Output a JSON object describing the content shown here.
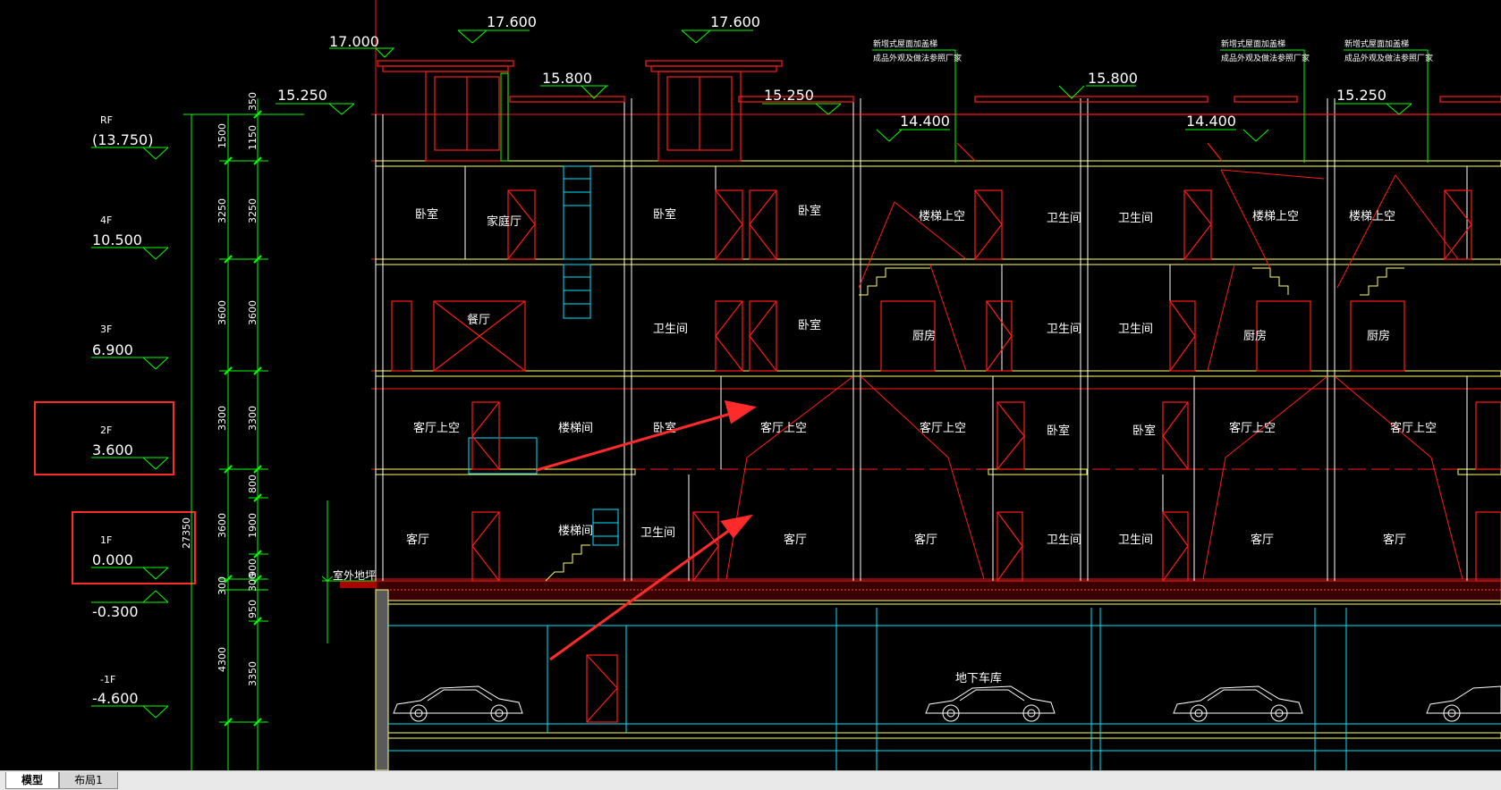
{
  "colors": {
    "background": "#000000",
    "dim": "#00ff00",
    "wall": "#ffff66",
    "red": "#ff1a1a",
    "cyan": "#00e5ff",
    "white": "#ffffff",
    "highlight": "#ff2b2b"
  },
  "elevations": [
    {
      "floor": "RF",
      "value": "(13.750)"
    },
    {
      "floor": "4F",
      "value": "10.500"
    },
    {
      "floor": "3F",
      "value": "6.900"
    },
    {
      "floor": "2F",
      "value": "3.600"
    },
    {
      "floor": "1F",
      "value": "0.000"
    },
    {
      "floor": "",
      "value": "-0.300"
    },
    {
      "floor": "-1F",
      "value": "-4.600"
    }
  ],
  "dims_outer": [
    "1500",
    "3250",
    "3600",
    "3300",
    "3600",
    "300",
    "4300"
  ],
  "dims_inner": [
    "350",
    "1150",
    "3250",
    "3600",
    "3300",
    "800",
    "1900",
    "900",
    "300",
    "950",
    "3350"
  ],
  "dim_total": "27350",
  "roof_levels": {
    "a": "17.000",
    "b": "17.600",
    "c": "17.600",
    "d": "15.800",
    "e": "15.800",
    "f": "15.250",
    "g": "15.250",
    "h": "15.250",
    "i": "14.400",
    "j": "14.400"
  },
  "outdoor_label": "室外地坪",
  "notes": [
    "新增式屋面加盖梯",
    "成品外观及做法参照厂家",
    "新增式屋面加盖梯",
    "成品外观及做法参照厂家",
    "新增式屋面加盖梯",
    "成品外观及做法参照厂家"
  ],
  "rooms": {
    "r4_1": "卧室",
    "r4_2": "家庭厅",
    "r4_3": "卧室",
    "r4_4": "卧室",
    "r4_5": "楼梯上空",
    "r4_6": "卫生间",
    "r4_7": "卫生间",
    "r4_8": "楼梯上空",
    "r4_9": "楼梯上空",
    "r3_1": "餐厅",
    "r3_2": "卫生间",
    "r3_3": "卧室",
    "r3_4": "厨房",
    "r3_5": "卫生间",
    "r3_6": "卫生间",
    "r3_7": "厨房",
    "r3_8": "厨房",
    "r2_1": "客厅上空",
    "r2_2": "楼梯间",
    "r2_3": "卧室",
    "r2_4": "客厅上空",
    "r2_5": "客厅上空",
    "r2_6": "卧室",
    "r2_7": "卧室",
    "r2_8": "客厅上空",
    "r2_9": "客厅上空",
    "r1_1": "客厅",
    "r1_2": "楼梯间",
    "r1_3": "卫生间",
    "r1_4": "客厅",
    "r1_5": "客厅",
    "r1_6": "卫生间",
    "r1_7": "卫生间",
    "r1_8": "客厅",
    "r1_9": "客厅",
    "garage": "地下车库"
  },
  "tabs": {
    "model": "模型",
    "layout1": "布局1"
  }
}
